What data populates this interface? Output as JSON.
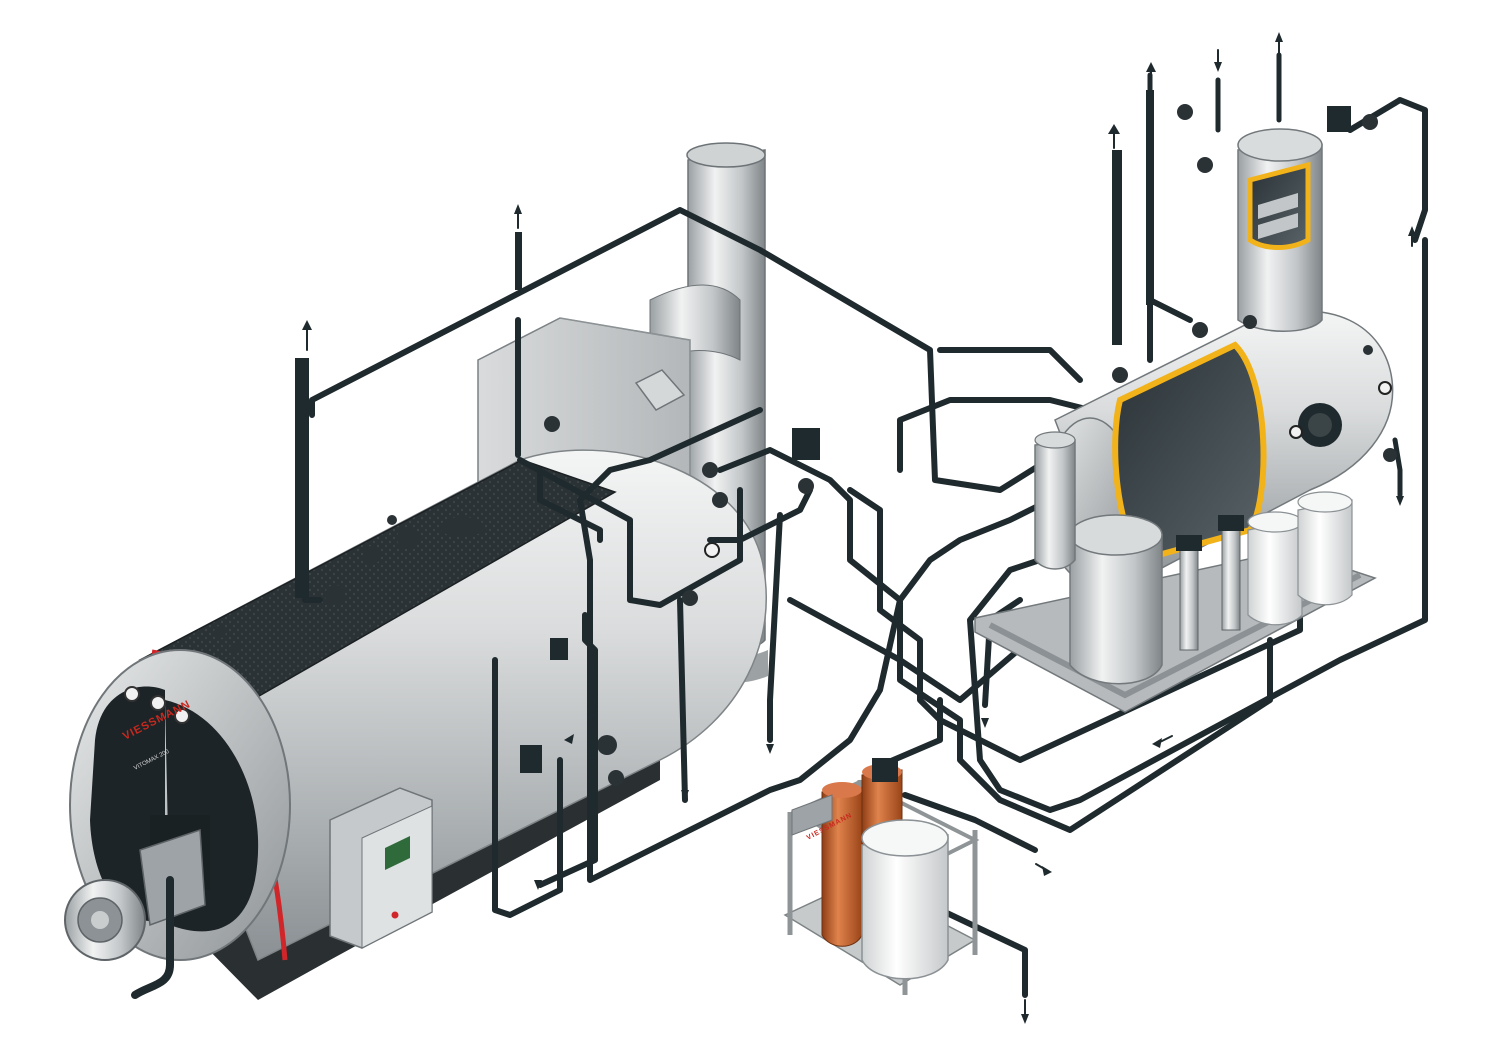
{
  "boiler": {
    "brand_logo": "VIESSMANN",
    "model_label": "VITOMAX 200"
  },
  "softener": {
    "brand_logo": "VIESSMANN"
  },
  "colors": {
    "steel_light": "#e4e6e7",
    "steel_mid": "#b4b8ba",
    "steel_dark": "#6c7275",
    "pipe": "#1f2a2e",
    "insulation_dark": "#1c2427",
    "accent_red": "#d0262a",
    "cutaway_yellow": "#f2b21a",
    "resin_tank_orange": "#c8622e",
    "control_display_green": "#2f6b3a"
  }
}
